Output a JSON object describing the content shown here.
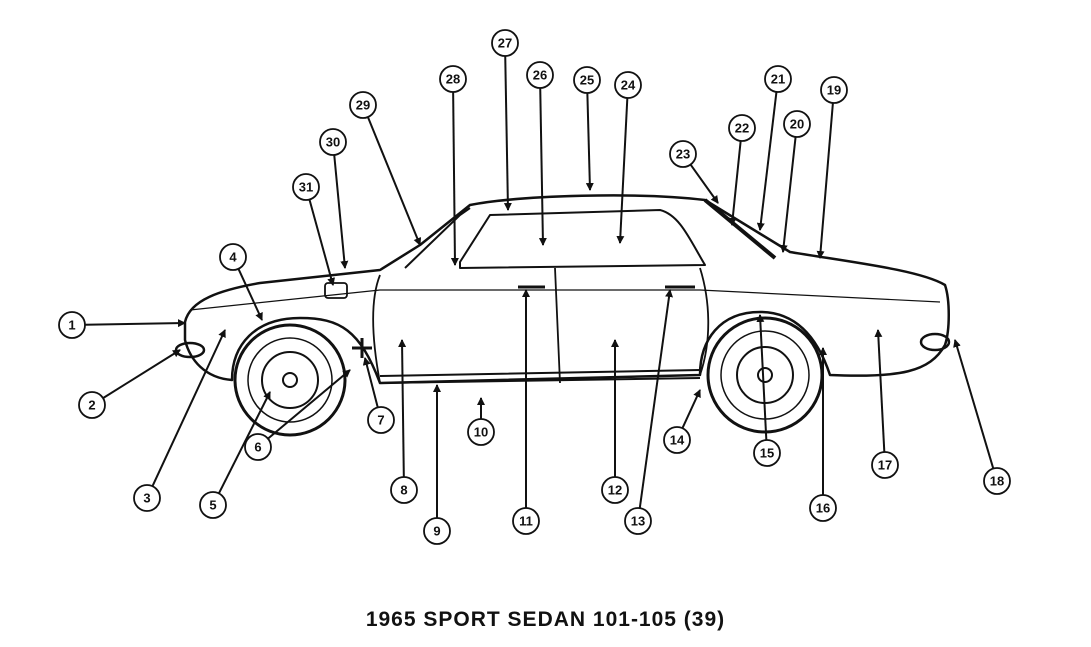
{
  "caption": "1965 SPORT SEDAN 101-105 (39)",
  "callouts": [
    "1",
    "2",
    "3",
    "4",
    "5",
    "6",
    "7",
    "8",
    "9",
    "10",
    "11",
    "12",
    "13",
    "14",
    "15",
    "16",
    "17",
    "18",
    "19",
    "20",
    "21",
    "22",
    "23",
    "24",
    "25",
    "26",
    "27",
    "28",
    "29",
    "30",
    "31"
  ]
}
